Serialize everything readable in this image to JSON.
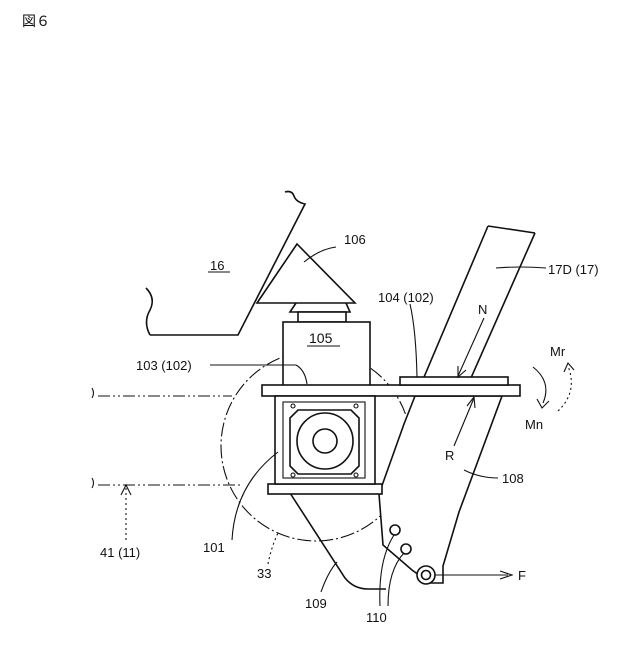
{
  "figure": {
    "title": "図６",
    "labels": {
      "l16": "16",
      "l106": "106",
      "l17d": "17D (17)",
      "l104": "104 (102)",
      "lN": "N",
      "lMr": "Mr",
      "lMn": "Mn",
      "l105": "105",
      "l103": "103 (102)",
      "lR": "R",
      "l108": "108",
      "lF": "F",
      "l101": "101",
      "l41": "41 (11)",
      "l33": "33",
      "l109": "109",
      "l110": "110"
    }
  }
}
